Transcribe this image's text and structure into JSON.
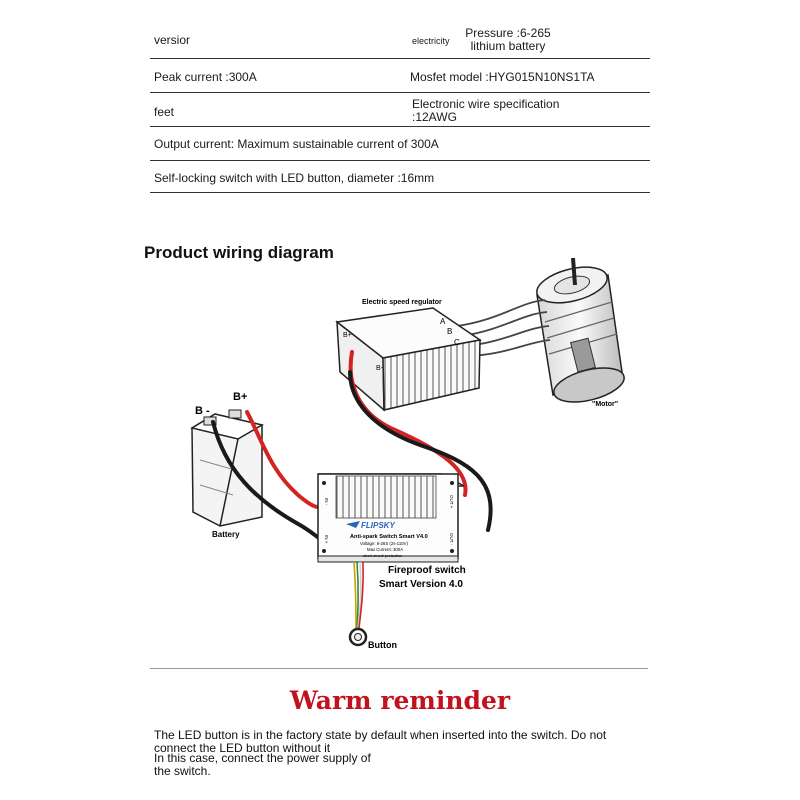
{
  "spec_table": {
    "rows": [
      {
        "left": "versior",
        "right_small": "electricity",
        "right": "Pressure :6-265 lithium battery"
      },
      {
        "left": "Peak current :300A",
        "right": "Mosfet model :HYG015N10NS1TA"
      },
      {
        "left": "feet",
        "right": "Electronic wire specification :12AWG"
      },
      {
        "full": "Output current: Maximum sustainable current of 300A"
      },
      {
        "full": "Self-locking switch with LED button, diameter :16mm"
      }
    ]
  },
  "diagram": {
    "title": "Product wiring diagram",
    "labels": {
      "esc": "Electric speed regulator",
      "motor": "\"Motor\"",
      "battery": "Battery",
      "b_minus": "B -",
      "b_plus": "B+",
      "fireproof": "Fireproof switch",
      "smart_version": "Smart Version 4.0",
      "button": "Button",
      "esc_a": "A",
      "esc_b": "B",
      "esc_c": "C",
      "esc_bplus": "B+",
      "esc_bminus": "B-",
      "in_minus": "IN -",
      "in_plus": "IN +",
      "out_minus": "OUT -",
      "out_plus": "OUT +"
    },
    "switch_box": {
      "brand": "FLIPSKY",
      "model": "Anti-spark Switch Smart V4.0",
      "voltage": "Voltage: 6-26S (2s-110V)",
      "max_current": "Max Current: 300A",
      "protection": "short-circuit protection"
    },
    "colors": {
      "positive_wire": "#d42323",
      "negative_wire": "#1a1a1a"
    }
  },
  "reminder": {
    "title": "Warm reminder",
    "line1": "The LED button is in the factory state by default when inserted into the switch. Do not",
    "line2": "connect the LED button without it",
    "line3": "In this case, connect the power supply of",
    "line4": "the switch."
  }
}
